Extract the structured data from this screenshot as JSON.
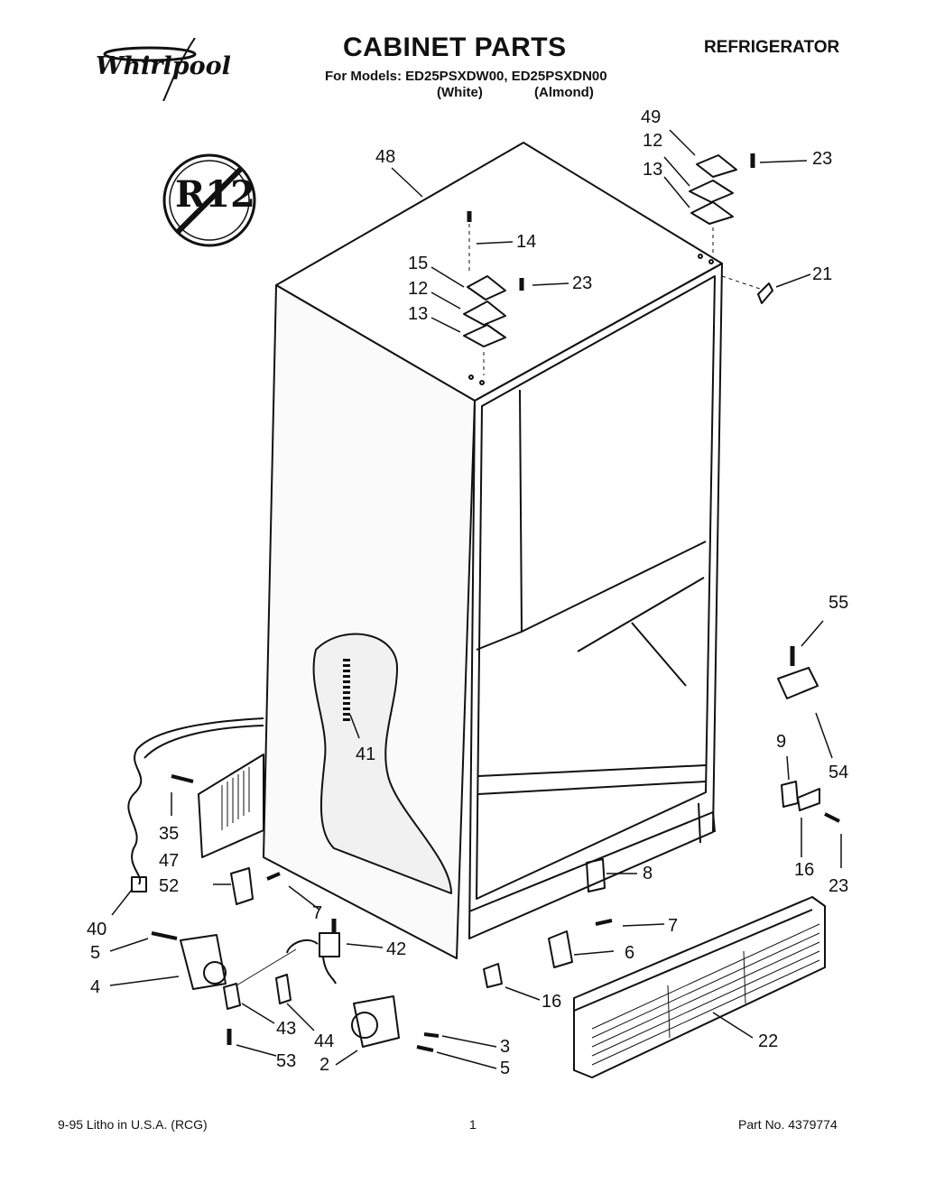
{
  "header": {
    "brand": "Whirlpool",
    "title": "CABINET PARTS",
    "models_line": "For Models: ED25PSXDW00, ED25PSXDN00",
    "color_white": "(White)",
    "color_almond": "(Almond)",
    "category": "REFRIGERATOR"
  },
  "badge": {
    "text": "R12",
    "icon": "no-r12-icon"
  },
  "footer": {
    "left": "9-95  Litho in U.S.A. (RCG)",
    "page": "1",
    "part_no": "Part No. 4379774"
  },
  "callouts": {
    "c49": "49",
    "c12a": "12",
    "c13a": "13",
    "c23a": "23",
    "c48": "48",
    "c14": "14",
    "c15": "15",
    "c23b": "23",
    "c12b": "12",
    "c13b": "13",
    "c21": "21",
    "c55": "55",
    "c41": "41",
    "c54": "54",
    "c9": "9",
    "c35": "35",
    "c47": "47",
    "c52": "52",
    "c7a": "7",
    "c8": "8",
    "c16a": "16",
    "c23c": "23",
    "c40": "40",
    "c42": "42",
    "c7b": "7",
    "c5a": "5",
    "c6": "6",
    "c4": "4",
    "c16b": "16",
    "c43": "43",
    "c44": "44",
    "c3": "3",
    "c22": "22",
    "c53": "53",
    "c2": "2",
    "c5b": "5"
  },
  "colors": {
    "ink": "#111111",
    "background": "#ffffff"
  }
}
